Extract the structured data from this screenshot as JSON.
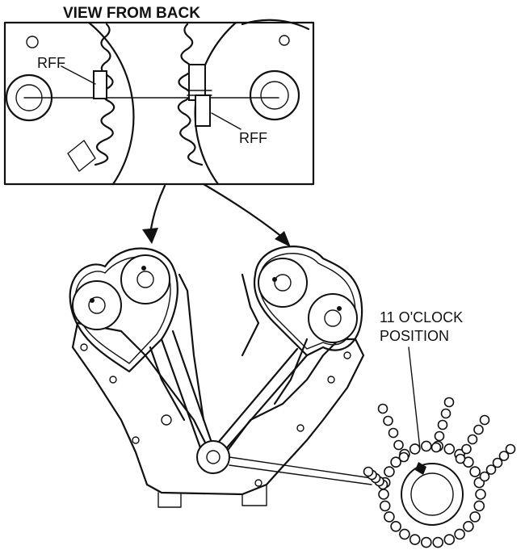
{
  "diagram": {
    "title": "VIEW FROM BACK",
    "inset_labels": {
      "left_mark": "RFF",
      "right_mark": "RFF"
    },
    "crank_callout": {
      "line1": "11 O'CLOCK",
      "line2": "POSITION"
    }
  }
}
